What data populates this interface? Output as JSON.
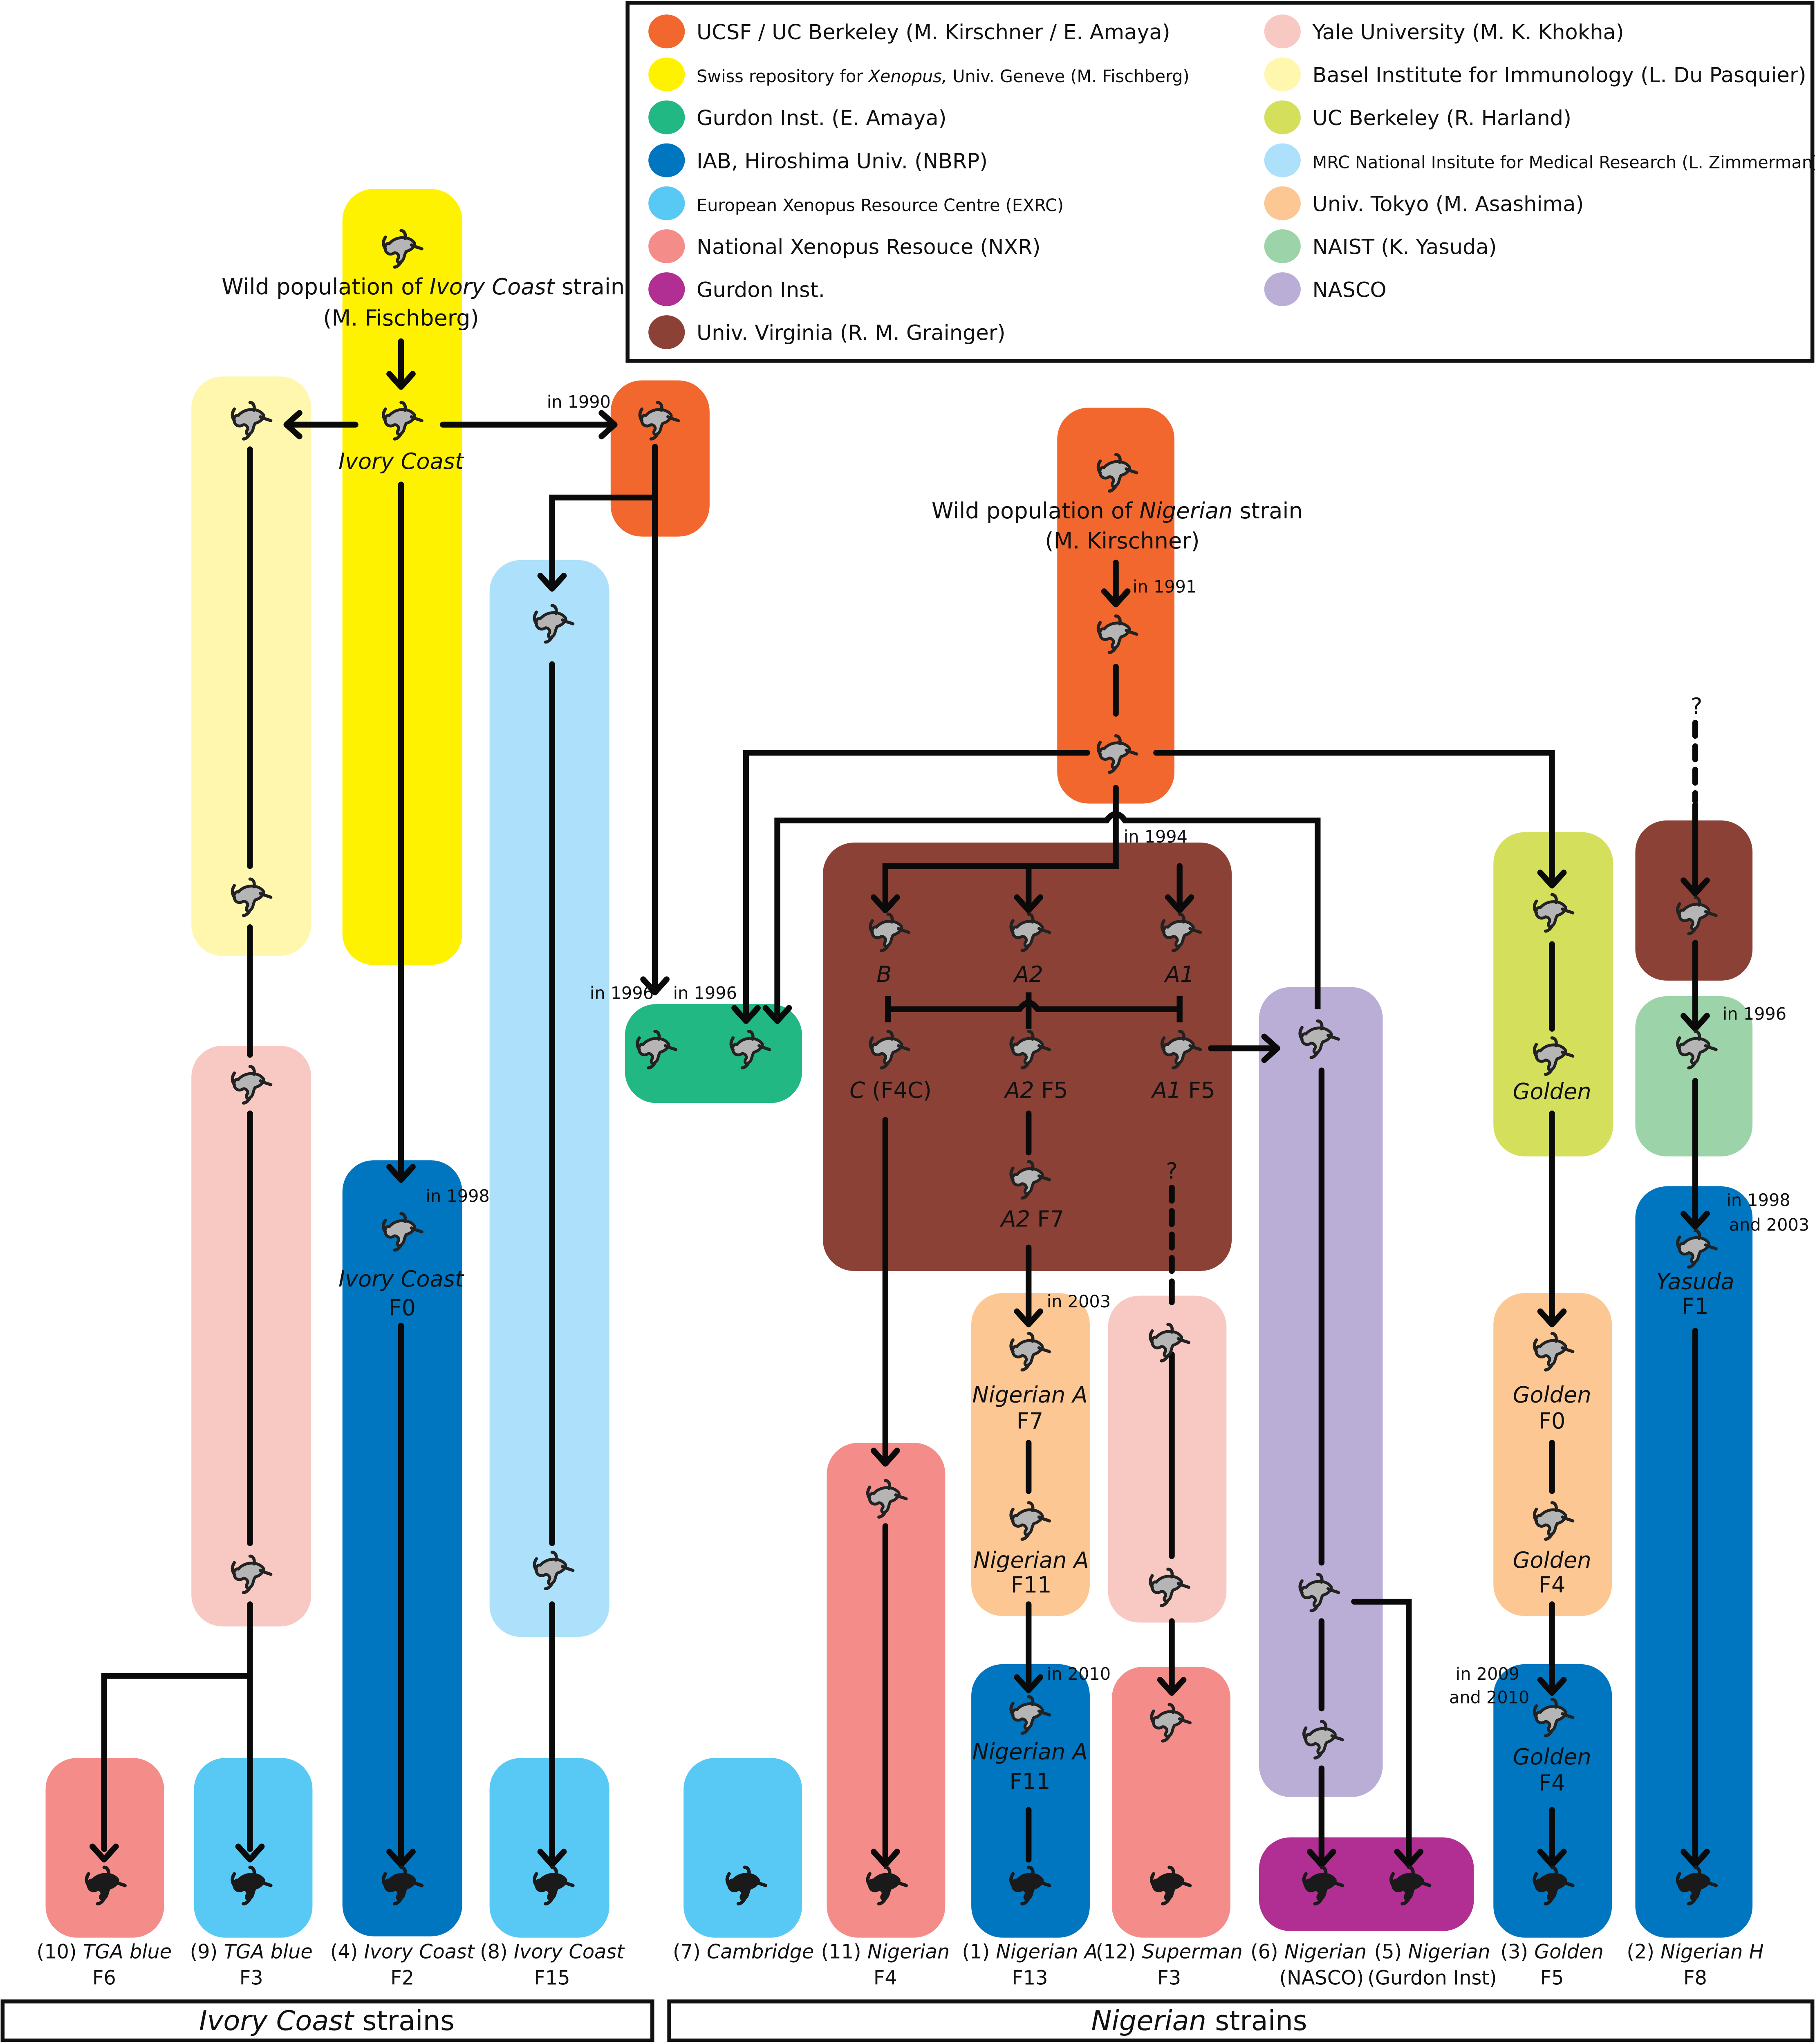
{
  "legend": {
    "items": [
      {
        "color": "#f1672d",
        "label": "UCSF / UC Berkeley (M. Kirschner / E. Amaya)"
      },
      {
        "color": "#fff200",
        "label_pre": "Swiss repository for ",
        "label_it": "Xenopus,",
        "label_post": " Univ. Geneve (M. Fischberg)"
      },
      {
        "color": "#21b883",
        "label": "Gurdon Inst. (E. Amaya)"
      },
      {
        "color": "#0075c0",
        "label": "IAB, Hiroshima Univ. (NBRP)"
      },
      {
        "color": "#58c9f4",
        "label": "European Xenopus Resource Centre (EXRC)"
      },
      {
        "color": "#f48d8a",
        "label": "National Xenopus Resouce (NXR)"
      },
      {
        "color": "#b12e93",
        "label": "Gurdon Inst."
      },
      {
        "color": "#8b4136",
        "label": "Univ. Virginia (R. M. Grainger)"
      },
      {
        "color": "#f8c8c3",
        "label": "Yale University (M. K. Khokha)"
      },
      {
        "color": "#fff7ad",
        "label": "Basel Institute for Immunology (L. Du Pasquier)"
      },
      {
        "color": "#d4e05c",
        "label": "UC Berkeley (R. Harland)"
      },
      {
        "color": "#ade0fa",
        "label": "MRC National Insitute for Medical Research (L. Zimmerman)"
      },
      {
        "color": "#fcc792",
        "label": "Univ. Tokyo (M. Asashima)"
      },
      {
        "color": "#9dd3a8",
        "label": "NAIST (K. Yasuda)"
      },
      {
        "color": "#bbaed6",
        "label": "NASCO"
      }
    ]
  },
  "sources": {
    "ivory_wild_pre": "Wild population of ",
    "ivory_wild_it": "Ivory Coast",
    "ivory_wild_post": " strain",
    "ivory_wild_who": "(M. Fischberg)",
    "ivory_coast": "Ivory Coast",
    "nigerian_wild_pre": "Wild population of ",
    "nigerian_wild_it": "Nigerian",
    "nigerian_wild_post": " strain",
    "nigerian_wild_who": "(M. Kirschner)",
    "unknown": "?"
  },
  "dates": {
    "in1990": "in 1990",
    "in1991": "in 1991",
    "in1994": "in 1994",
    "in1996a": "in 1996",
    "in1996b": "in 1996",
    "in1996c": "in 1996",
    "in1998": "in 1998",
    "in1998and2003_a": "in 1998",
    "in1998and2003_b": "and 2003",
    "in2003": "in 2003",
    "in2010": "in 2010",
    "in2009and2010_a": "in 2009",
    "in2009and2010_b": "and 2010"
  },
  "nodes": {
    "ic_f0_name": "Ivory Coast",
    "ic_f0_gen": "F0",
    "b": "B",
    "a2": "A2",
    "a1": "A1",
    "c_it": "C",
    "c_gen": " (F4C)",
    "a2f5_it": "A2",
    "a2f5_gen": " F5",
    "a1f5_it": "A1",
    "a1f5_gen": " F5",
    "a2f7_it": "A2",
    "a2f7_gen": " F7",
    "golden": "Golden",
    "yasuda_name": "Yasuda",
    "yasuda_gen": "F1",
    "nigA_f7_name": "Nigerian A",
    "nigA_f7_gen": "F7",
    "nigA_f11_name": "Nigerian A",
    "nigA_f11_gen": "F11",
    "nigA_f11b_name": "Nigerian A",
    "nigA_f11b_gen": "F11",
    "golden_f0_name": "Golden",
    "golden_f0_gen": "F0",
    "golden_f4_name": "Golden",
    "golden_f4_gen": "F4",
    "golden_f4b_name": "Golden",
    "golden_f4b_gen": "F4"
  },
  "strains": [
    {
      "num": "(10) ",
      "name": "TGA blue",
      "gen": "F6"
    },
    {
      "num": "(9) ",
      "name": "TGA blue",
      "gen": "F3"
    },
    {
      "num": "(4) ",
      "name": "Ivory Coast",
      "gen": "F2"
    },
    {
      "num": "(8) ",
      "name": "Ivory Coast",
      "gen": "F15"
    },
    {
      "num": "(7) ",
      "name": "Cambridge",
      "gen": ""
    },
    {
      "num": "(11) ",
      "name": "Nigerian",
      "gen": "F4"
    },
    {
      "num": "(1) ",
      "name": "Nigerian A",
      "gen": "F13"
    },
    {
      "num": "(12) ",
      "name": "Superman",
      "gen": "F3"
    },
    {
      "num": "(6) ",
      "name": "Nigerian",
      "gen": "(NASCO)"
    },
    {
      "num": "(5) ",
      "name": "Nigerian",
      "gen": "(Gurdon Inst)"
    },
    {
      "num": "(3) ",
      "name": "Golden",
      "gen": "F5"
    },
    {
      "num": "(2) ",
      "name": "Nigerian H",
      "gen": "F8"
    }
  ],
  "groups": {
    "ivory_it": "Ivory Coast",
    "ivory_rest": " strains",
    "nigerian_it": "Nigerian",
    "nigerian_rest": " strains"
  }
}
